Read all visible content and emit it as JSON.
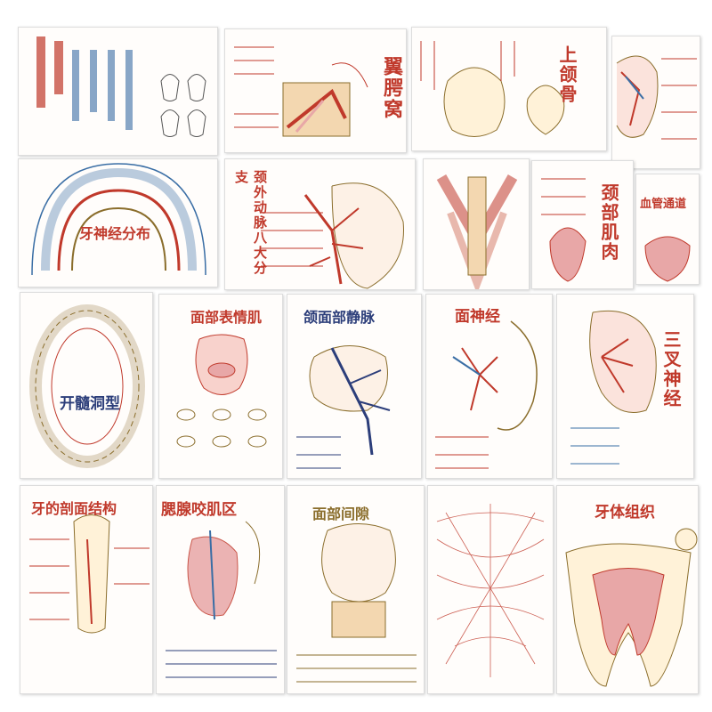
{
  "collection": {
    "row1": [
      {
        "title": ""
      },
      {
        "title": "翼腭窝"
      },
      {
        "title": "上颌骨"
      },
      {
        "title": ""
      }
    ],
    "row2": [
      {
        "title": "牙神经分布"
      },
      {
        "title": "颈外动脉八大分支"
      },
      {
        "title": ""
      },
      {
        "title": "颈部肌肉"
      },
      {
        "title": "血管通道"
      }
    ],
    "row3": [
      {
        "title": "开髓洞型"
      },
      {
        "title": "面部表情肌"
      },
      {
        "title": "颌面部静脉"
      },
      {
        "title": "面神经"
      },
      {
        "title": "三叉神经"
      }
    ],
    "row4": [
      {
        "title": "牙的剖面结构"
      },
      {
        "title": "腮腺咬肌区"
      },
      {
        "title": "面部间隙"
      },
      {
        "title": ""
      },
      {
        "title": "牙体组织"
      }
    ]
  },
  "colors": {
    "red": "#c0392b",
    "navy": "#2c3e7a",
    "brown": "#8a6d2b",
    "accent_blue": "#3a6ea5",
    "pink": "#e8a7a7"
  }
}
